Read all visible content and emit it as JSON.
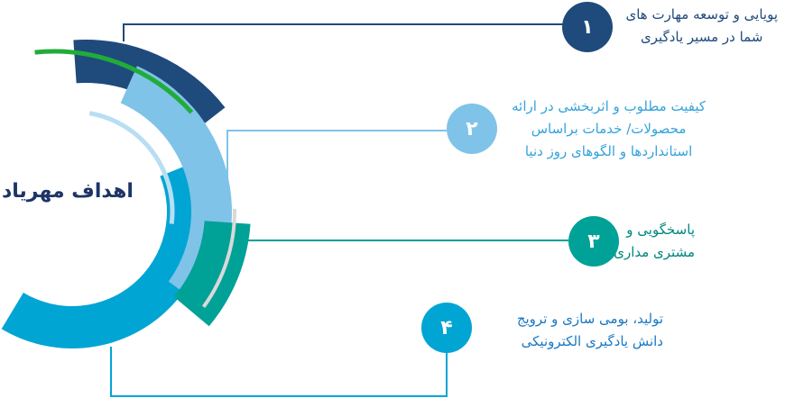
{
  "title": "اهداف مهریاد",
  "colors": {
    "navy": "#1f4a7c",
    "light_blue": "#7fc3e8",
    "cyan": "#00a5d4",
    "teal": "#00a197",
    "green": "#21ac3a",
    "pale_blue": "#b8def3",
    "gray": "#d9d9d9",
    "text_blue": "#1a78c2",
    "text_light_blue": "#35a3dc"
  },
  "goals": [
    {
      "number": "۱",
      "lines": [
        "پویایی و توسعه مهارت های",
        "شما در مسیر یادگیری"
      ]
    },
    {
      "number": "۲",
      "lines": [
        "کیفیت مطلوب و اثربخشی در ارائه",
        "محصولات/ خدمات براساس",
        "استانداردها و الگوهای روز دنیا"
      ]
    },
    {
      "number": "۳",
      "lines": [
        "پاسخگویی و",
        "مشتری مداری"
      ]
    },
    {
      "number": "۴",
      "lines": [
        "تولید، بومی سازی و ترویج",
        "دانش یادگیری الکترونیکی"
      ]
    }
  ]
}
